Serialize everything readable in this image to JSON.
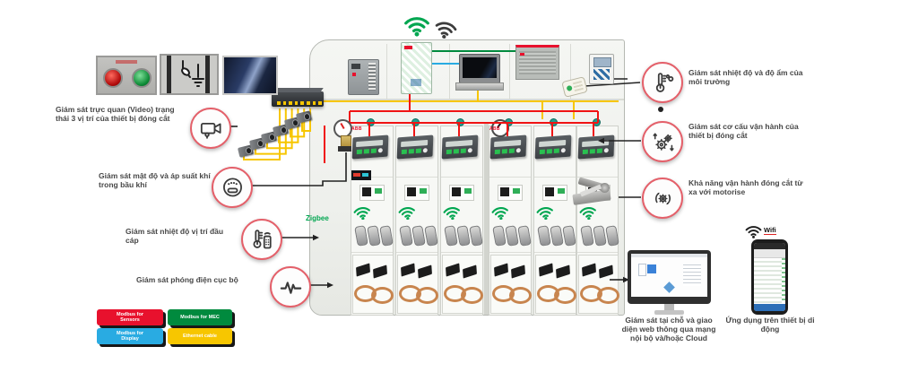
{
  "colors": {
    "accent_red": "#e8112d",
    "accent_green": "#008a3e",
    "accent_blue": "#29abe2",
    "accent_yellow": "#f7c600",
    "zigbee_green": "#00a650",
    "callout_ring": "#e4606a"
  },
  "left_callouts": [
    {
      "icon": "video-camera-icon",
      "label": "Giám sát trực quan (Video) trạng thái 3 vị trí của thiết bị đóng cắt"
    },
    {
      "icon": "gas-meter-icon",
      "label": "Giám sát mật độ và áp suất khí trong bầu khí"
    },
    {
      "icon": "cable-temperature-icon",
      "label": "Giám sát nhiệt độ vị trí đầu cáp"
    },
    {
      "icon": "partial-discharge-icon",
      "label": "Giám sát phóng điện cục bộ"
    }
  ],
  "right_callouts": [
    {
      "icon": "temperature-humidity-icon",
      "label": "Giám sát nhiệt độ và độ ẩm của môi trường"
    },
    {
      "icon": "mechanism-gears-icon",
      "label": "Giám sát cơ cấu vận hành của thiết bị đóng cắt"
    },
    {
      "icon": "remote-operation-icon",
      "label": "Khả năng vận hành đóng cắt từ xa với motorise"
    }
  ],
  "bottom_right": {
    "local_monitoring_label": "Giám sát tại chỗ và giao diện web thông qua mạng nội bộ và/hoặc Cloud",
    "mobile_app_label": "Ứng dụng trên thiết bị di động",
    "wifi_label": "Wifi"
  },
  "legend": [
    {
      "label": "Modbus for\nSensors",
      "color": "#e8112d"
    },
    {
      "label": "Modbus for MEC",
      "color": "#008a3e"
    },
    {
      "label": "Modbus for\nDisplay",
      "color": "#29abe2"
    },
    {
      "label": "Ethernet cable",
      "color": "#f7c600"
    }
  ],
  "switchgear": {
    "brand": "ABB",
    "zigbee_label": "Zigbee",
    "panel_count": 6
  }
}
